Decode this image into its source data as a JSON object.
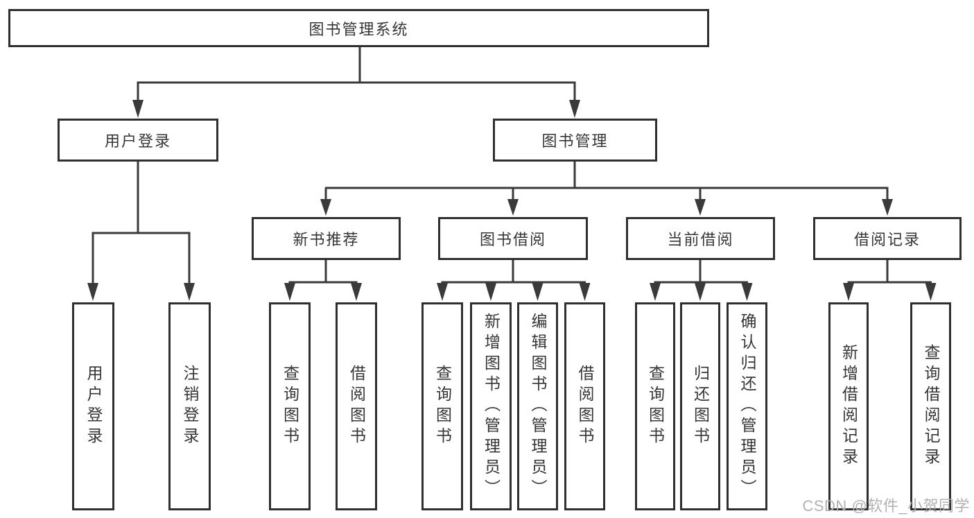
{
  "diagram_type": "hierarchy-tree",
  "colors": {
    "background": "#ffffff",
    "line": "#3a3a3a",
    "box_border": "#2f2f2f",
    "text": "#363636",
    "watermark": "#b2b2b2"
  },
  "tree": {
    "root": {
      "label": "图书管理系统",
      "children": [
        {
          "label": "用户登录",
          "children": [
            {
              "label": "用户登录"
            },
            {
              "label": "注销登录"
            }
          ]
        },
        {
          "label": "图书管理",
          "children": [
            {
              "label": "新书推荐",
              "children": [
                {
                  "label": "查询图书"
                },
                {
                  "label": "借阅图书"
                }
              ]
            },
            {
              "label": "图书借阅",
              "children": [
                {
                  "label": "查询图书"
                },
                {
                  "label": "新增图书（管理员）"
                },
                {
                  "label": "编辑图书（管理员）"
                },
                {
                  "label": "借阅图书"
                }
              ]
            },
            {
              "label": "当前借阅",
              "children": [
                {
                  "label": "查询图书"
                },
                {
                  "label": "归还图书"
                },
                {
                  "label": "确认归还（管理员）"
                }
              ]
            },
            {
              "label": "借阅记录",
              "children": [
                {
                  "label": "新增借阅记录"
                },
                {
                  "label": "查询借阅记录"
                }
              ]
            }
          ]
        }
      ]
    }
  },
  "watermark": "CSDN @软件_小贺同学"
}
